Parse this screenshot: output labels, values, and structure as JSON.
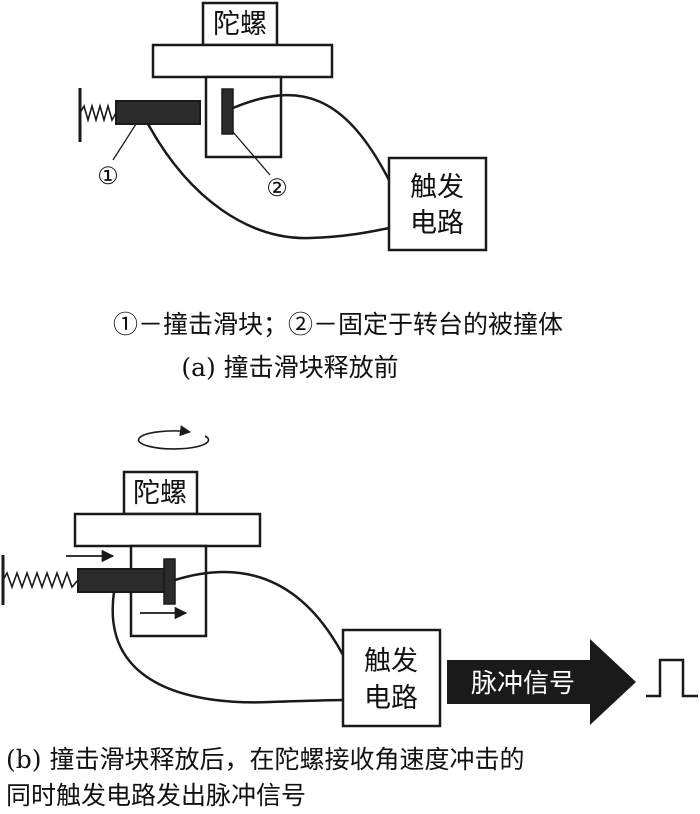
{
  "diagram_a": {
    "gyro_label": "陀螺",
    "trigger_line1": "触发",
    "trigger_line2": "电路",
    "marker1": "①",
    "marker2": "②",
    "legend": "①－撞击滑块；②－固定于转台的被撞体",
    "caption": "(a) 撞击滑块释放前"
  },
  "diagram_b": {
    "gyro_label": "陀螺",
    "trigger_line1": "触发",
    "trigger_line2": "电路",
    "pulse_label": "脉冲信号",
    "caption_line1": "(b) 撞击滑块释放后，在陀螺接收角速度冲击的",
    "caption_line2": "同时触发电路发出脉冲信号"
  },
  "colors": {
    "line": "#1a1a1a",
    "block_fill": "#2b2b2b",
    "arrow_fill": "#1a1a1a",
    "background": "#ffffff"
  }
}
